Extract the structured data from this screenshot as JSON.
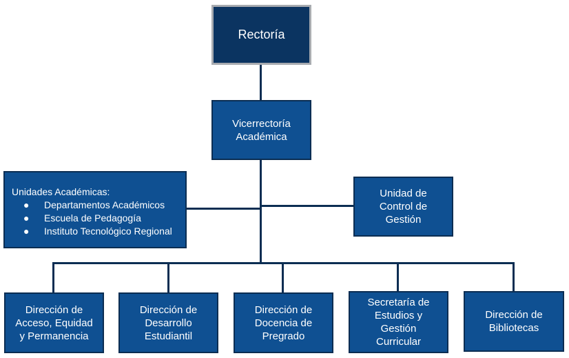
{
  "root": {
    "label": "Rectoría"
  },
  "vicerrectoria": {
    "label_line1": "Vicerrectoría",
    "label_line2": "Académica"
  },
  "unidades": {
    "heading": "Unidades Académicas:",
    "bullet": "●",
    "items": [
      "Departamentos Académicos",
      "Escuela de Pedagogía",
      "Instituto Tecnológico Regional"
    ]
  },
  "control": {
    "lines": [
      "Unidad de",
      "Control de",
      "Gestión"
    ]
  },
  "direcciones": [
    {
      "lines": [
        "Dirección de",
        "Acceso, Equidad",
        "y Permanencia"
      ]
    },
    {
      "lines": [
        "Dirección de",
        "Desarrollo",
        "Estudiantil"
      ]
    },
    {
      "lines": [
        "Dirección de",
        "Docencia de",
        "Pregrado"
      ]
    },
    {
      "lines": [
        "Secretaría de",
        "Estudios y",
        "Gestión",
        "Curricular"
      ]
    },
    {
      "lines": [
        "Dirección de",
        "Bibliotecas"
      ]
    }
  ],
  "colors": {
    "box_fill": "#0f5092",
    "root_fill": "#0b3461",
    "line": "#0b2d52",
    "root_border": "#a8abb0"
  }
}
